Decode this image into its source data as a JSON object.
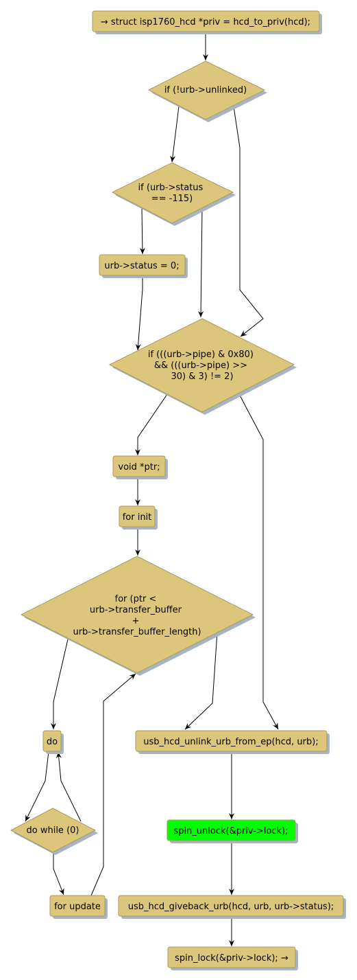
{
  "colors": {
    "node_fill": "#dcc67c",
    "highlight_fill": "#00ff00",
    "edge": "#000000"
  },
  "nodes": {
    "start": "→ struct isp1760_hcd *priv = hcd_to_priv(hcd);",
    "if_unlinked": "if (!urb->unlinked)",
    "if_status": [
      "if (urb->status",
      "== -115)"
    ],
    "status_assign": "urb->status = 0;",
    "if_pipe": [
      "if (((urb->pipe) & 0x80)",
      "&& (((urb->pipe) >>",
      "30) & 3) != 2)"
    ],
    "void_ptr": "void *ptr;",
    "for_init": "for init",
    "for_cond": [
      "for (ptr <",
      "urb->transfer_buffer",
      "+",
      "urb->transfer_buffer_length)"
    ],
    "do": "do",
    "do_while": "do while (0)",
    "for_update": "for update",
    "unlink": "usb_hcd_unlink_urb_from_ep(hcd, urb);",
    "spin_unlock": "spin_unlock(&priv->lock);",
    "giveback": "usb_hcd_giveback_urb(hcd, urb, urb->status);",
    "spin_lock": "spin_lock(&priv->lock); →"
  }
}
